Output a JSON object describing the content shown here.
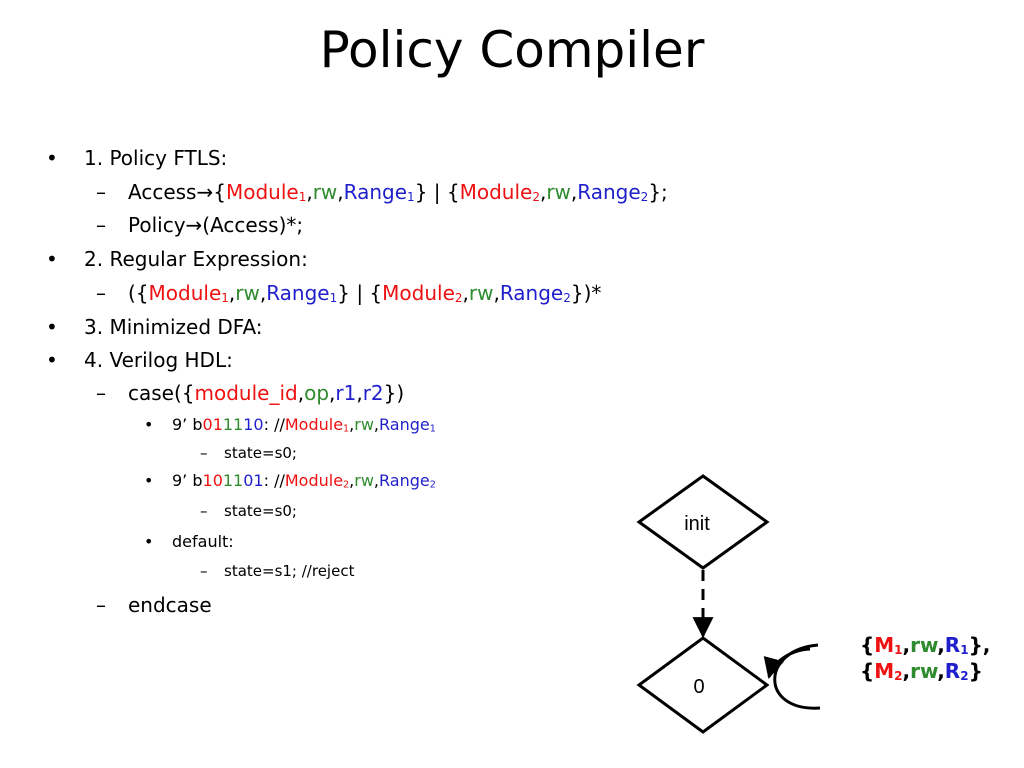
{
  "title": "Policy Compiler",
  "bullet_glyph": "•",
  "dash_glyph": "–",
  "item1": {
    "label": "1. Policy FTLS:",
    "access": {
      "prefix": "Access",
      "arrow": "→",
      "open1": "{",
      "m1": "Module",
      "m1_sub": "1",
      "c1": ",",
      "rw1": "rw",
      "c2": ",",
      "r1": "Range",
      "r1_sub": "1",
      "mid": "} | {",
      "m2": "Module",
      "m2_sub": "2",
      "c3": ",",
      "rw2": "rw",
      "c4": ",",
      "r2": "Range",
      "r2_sub": "2",
      "close": "};"
    },
    "policy": {
      "prefix": "Policy",
      "arrow": "→",
      "rest": "(Access)*;"
    }
  },
  "item2": {
    "label": "2. Regular Expression:",
    "regex": {
      "open": "({",
      "m1": "Module",
      "m1_sub": "1",
      "c1": ",",
      "rw1": "rw",
      "c2": ",",
      "r1": "Range",
      "r1_sub": "1",
      "mid": "} | {",
      "m2": "Module",
      "m2_sub": "2",
      "c3": ",",
      "rw2": "rw",
      "c4": ",",
      "r2": "Range",
      "r2_sub": "2",
      "close": "})*"
    }
  },
  "item3": {
    "label": "3. Minimized DFA:"
  },
  "item4": {
    "label": "4. Verilog HDL:",
    "case": {
      "open": "case({",
      "module_id": "module_id",
      "c1": ",",
      "op": "op",
      "c2": ",",
      "r1": "r1",
      "c3": ",",
      "r2": "r2",
      "close": "})"
    },
    "case1": {
      "prefix": "9’ b",
      "bits_a": "01",
      "bits_b": "11",
      "bits_c": "10",
      "comment": ": //",
      "mod": "Module",
      "mod_sub": "1",
      "c1": ",",
      "rw": "rw",
      "c2": ",",
      "rng": "Range",
      "rng_sub": "1",
      "stmt": "state=s0;"
    },
    "case2": {
      "prefix": "9’ b",
      "bits_a": "10",
      "bits_b": "11",
      "bits_c": "01",
      "comment": ": //",
      "mod": "Module",
      "mod_sub": "2",
      "c1": ",",
      "rw": "rw",
      "c2": ",",
      "rng": "Range",
      "rng_sub": "2",
      "stmt": "state=s0;"
    },
    "default": {
      "label": "default:",
      "stmt": "state=s1; //reject"
    },
    "endcase": "endcase"
  },
  "diagram": {
    "nodes": [
      {
        "id": "init",
        "label": "init"
      },
      {
        "id": "s0",
        "label": "0"
      }
    ],
    "edges": [
      {
        "from": "init",
        "to": "s0",
        "style": "dashed"
      },
      {
        "from": "s0",
        "to": "s0",
        "style": "solid"
      }
    ],
    "loop_label": {
      "line1": {
        "open": "{",
        "m": "M",
        "m_sub": "1",
        "c1": ",",
        "rw": "rw",
        "c2": ",",
        "r": "R",
        "r_sub": "1",
        "close": "},"
      },
      "line2": {
        "open": "{",
        "m": "M",
        "m_sub": "2",
        "c1": ",",
        "rw": "rw",
        "c2": ",",
        "r": "R",
        "r_sub": "2",
        "close": "}"
      }
    },
    "colors": {
      "stroke": "#000000",
      "module": "#ee1111",
      "rw": "#2e8b2e",
      "range": "#1f1fcc"
    }
  }
}
